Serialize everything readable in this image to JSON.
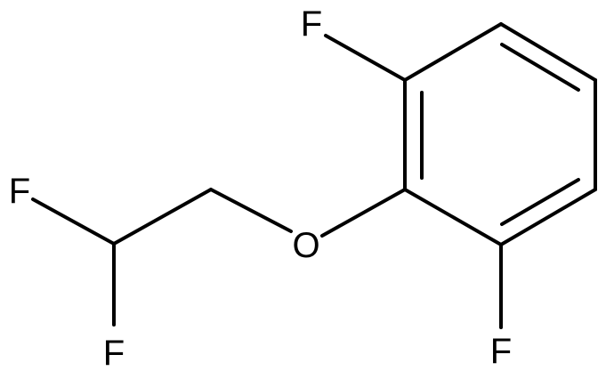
{
  "molecule": {
    "atoms": {
      "fluorine_top": "F",
      "fluorine_bottom": "F",
      "fluorine_left_top": "F",
      "fluorine_left_bottom": "F",
      "oxygen": "O"
    }
  },
  "colors": {
    "bond": "#000000",
    "text": "#000000",
    "background": "#ffffff"
  }
}
